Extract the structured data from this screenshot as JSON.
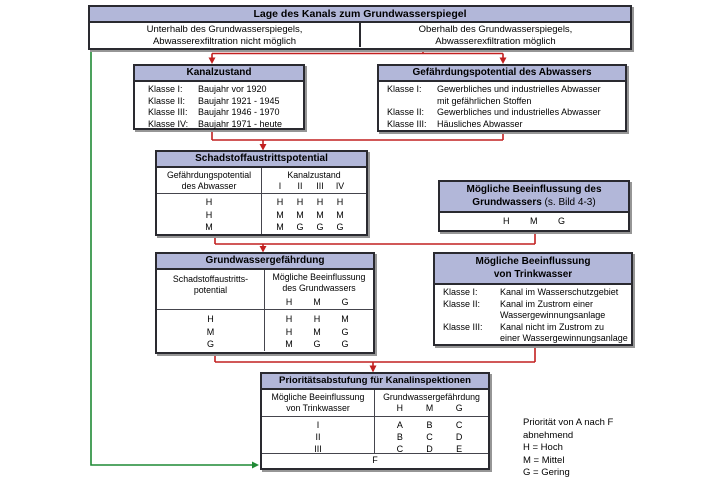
{
  "colors": {
    "box_header_fill": "#b2b7d9",
    "box_border": "#2a2a30",
    "connector_red": "#c22020",
    "connector_green": "#1f8a35",
    "background": "#ffffff"
  },
  "top_box": {
    "title": "Lage des Kanals zum Grundwasserspiegel",
    "left_line1": "Unterhalb des Grundwasserspiegels,",
    "left_line2": "Abwasserexfiltration nicht möglich",
    "right_line1": "Oberhalb des Grundwasserspiegels,",
    "right_line2": "Abwasserexfiltration möglich"
  },
  "kanalzustand": {
    "title": "Kanalzustand",
    "rows": [
      {
        "label": "Klasse I:",
        "line1": "Baujahr vor 1920"
      },
      {
        "label": "Klasse II:",
        "line1": "Baujahr 1921 - 1945"
      },
      {
        "label": "Klasse III:",
        "line1": "Baujahr 1946 - 1970"
      },
      {
        "label": "Klasse IV:",
        "line1": "Baujahr 1971 - heute"
      }
    ]
  },
  "abwasser": {
    "title": "Gefährdungspotential des Abwassers",
    "rows": [
      {
        "label": "Klasse I:",
        "line1": "Gewerbliches und industrielles Abwasser",
        "line2": "mit gefährlichen Stoffen"
      },
      {
        "label": "Klasse II:",
        "line1": "Gewerbliches und industrielles Abwasser",
        "line2": ""
      },
      {
        "label": "Klasse III:",
        "line1": "Häusliches Abwasser",
        "line2": ""
      }
    ]
  },
  "schadstoff": {
    "title": "Schadstoffaustrittspotential",
    "col1_header_line1": "Gefährdungspotential",
    "col1_header_line2": "des Abwasser",
    "col2_header": "Kanalzustand",
    "col2_subcols": [
      "I",
      "II",
      "III",
      "IV"
    ],
    "col1_rows": [
      "H",
      "H",
      "M"
    ],
    "matrix": [
      [
        "H",
        "H",
        "H",
        "H"
      ],
      [
        "M",
        "M",
        "M",
        "M"
      ],
      [
        "M",
        "G",
        "G",
        "G"
      ]
    ]
  },
  "gw_einfluss": {
    "title_line1": "Mögliche Beeinflussung des",
    "title_line2_bold": "Grundwassers",
    "title_line2_note": " (s. Bild 4-3)",
    "values": [
      "H",
      "M",
      "G"
    ]
  },
  "gw_gefaehrdung": {
    "title": "Grundwassergefährdung",
    "col1_header_line1": "Schadstoffaustritts-",
    "col1_header_line2": "potential",
    "col2_header_line1": "Mögliche Beeinflussung",
    "col2_header_line2": "des Grundwassers",
    "col2_subcols": [
      "H",
      "M",
      "G"
    ],
    "col1_rows": [
      "H",
      "M",
      "G"
    ],
    "matrix": [
      [
        "H",
        "H",
        "M"
      ],
      [
        "H",
        "M",
        "G"
      ],
      [
        "M",
        "G",
        "G"
      ]
    ]
  },
  "trinkwasser": {
    "title_line1": "Mögliche Beeinflussung",
    "title_line2": "von Trinkwasser",
    "rows": [
      {
        "label": "Klasse I:",
        "line1": "Kanal im Wasserschutzgebiet",
        "line2": ""
      },
      {
        "label": "Klasse II:",
        "line1": "Kanal im Zustrom einer",
        "line2": "Wassergewinnungsanlage"
      },
      {
        "label": "Klasse III:",
        "line1": "Kanal nicht im Zustrom zu",
        "line2": "einer Wassergewinnungsanlage"
      }
    ]
  },
  "prioritaet": {
    "title": "Prioritätsabstufung für Kanalinspektionen",
    "col1_header_line1": "Mögliche Beeinflussung",
    "col1_header_line2": "von Trinkwasser",
    "col2_header": "Grundwassergefährdung",
    "col2_subcols": [
      "H",
      "M",
      "G"
    ],
    "col1_rows": [
      "I",
      "II",
      "III"
    ],
    "matrix": [
      [
        "A",
        "B",
        "C"
      ],
      [
        "B",
        "C",
        "D"
      ],
      [
        "C",
        "D",
        "E"
      ]
    ],
    "footer": "F"
  },
  "legend": {
    "lines": [
      "Priorität von A nach F",
      "abnehmend",
      "H = Hoch",
      "M = Mittel",
      "G = Gering"
    ]
  }
}
